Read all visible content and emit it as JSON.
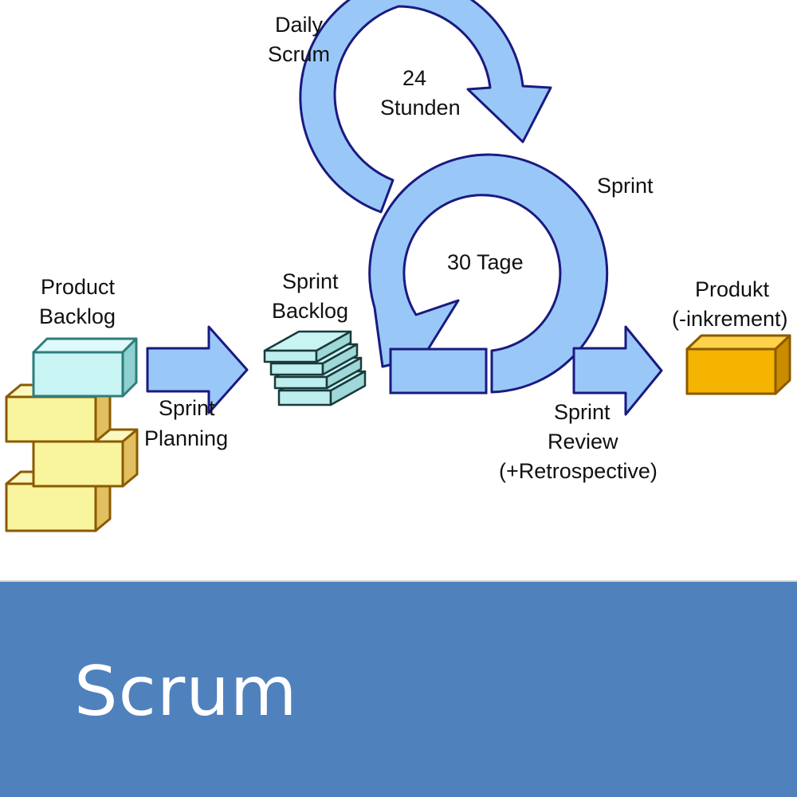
{
  "diagram": {
    "labels": {
      "daily_scrum_1": "Daily",
      "daily_scrum_2": "Scrum",
      "hours_1": "24",
      "hours_2": "Stunden",
      "sprint": "Sprint",
      "days": "30 Tage",
      "product_backlog_1": "Product",
      "product_backlog_2": "Backlog",
      "sprint_backlog_1": "Sprint",
      "sprint_backlog_2": "Backlog",
      "product_1": "Produkt",
      "product_2": "(-inkrement)",
      "sprint_planning_1": "Sprint",
      "sprint_planning_2": "Planning",
      "sprint_review_1": "Sprint",
      "sprint_review_2": "Review",
      "sprint_review_3": "(+Retrospective)"
    },
    "colors": {
      "arrow_fill": "#99c8f8",
      "outline": "#1a1a80",
      "yellow_box": "#f9f59e",
      "cyan_box": "#c9f4f4",
      "orange_box": "#f5b400"
    }
  },
  "banner": {
    "title": "Scrum",
    "color": "#4f81bd"
  }
}
